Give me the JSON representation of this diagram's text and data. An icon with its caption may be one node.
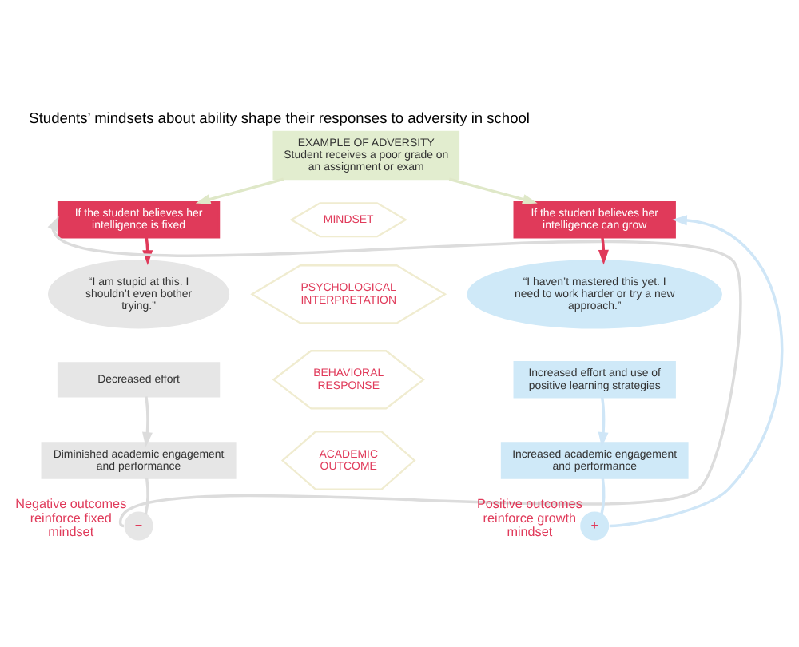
{
  "diagram": {
    "title": "Students’ mindsets about ability shape their responses to adversity in school",
    "nodes": [
      {
        "text": [
          "EXAMPLE OF ADVERSITY",
          "Student receives a poor grade on an assignment or exam"
        ]
      },
      {
        "text": [
          "If the student believes her intelligence is fixed"
        ]
      },
      {
        "text": [
          "MINDSET"
        ]
      },
      {
        "text": [
          "If the student believes her intelligence can grow"
        ]
      },
      {
        "text": [
          "“I am stupid at this. I shouldn’t even bother trying.”"
        ]
      },
      {
        "text": [
          "PSYCHOLOGICAL INTERPRETATION"
        ]
      },
      {
        "text": [
          "“I haven’t mastered this yet. I need to work harder or try a new approach.”"
        ]
      },
      {
        "text": [
          "Decreased effort"
        ]
      },
      {
        "text": [
          "BEHAVIORAL RESPONSE"
        ]
      },
      {
        "text": [
          "Increased effort and use of positive learning strategies"
        ]
      },
      {
        "text": [
          "Diminished academic engagement and performance"
        ]
      },
      {
        "text": [
          "ACADEMIC OUTCOME"
        ]
      },
      {
        "text": [
          "Increased academic engagement and performance"
        ]
      },
      {
        "text": [
          "−"
        ],
        "beside": [
          "Negative outcomes reinforce fixed mindset"
        ]
      },
      {
        "text": [
          "+"
        ],
        "beside": [
          "Positive outcomes reinforce growth mindset"
        ]
      }
    ],
    "edges": [
      {
        "from": 0,
        "to": 1,
        "arrow": "to",
        "color": "#dfe8c8"
      },
      {
        "from": 0,
        "to": 3,
        "arrow": "to",
        "color": "#dfe8c8"
      },
      {
        "from": 1,
        "to": 4,
        "arrow": "to",
        "color": "#e03a5a"
      },
      {
        "from": 3,
        "to": 6,
        "arrow": "to",
        "color": "#e03a5a"
      },
      {
        "from": 7,
        "to": 10,
        "arrow": "to",
        "color": "#dcdcdc"
      },
      {
        "from": 9,
        "to": 12,
        "arrow": "to",
        "color": "#cfe6f7"
      },
      {
        "from": 10,
        "to": 13,
        "arrow": "none",
        "color": "#dcdcdc"
      },
      {
        "from": 12,
        "to": 14,
        "arrow": "none",
        "color": "#cfe6f7"
      },
      {
        "from": 13,
        "to": 1,
        "arrow": "to",
        "color": "#dcdcdc"
      },
      {
        "from": 14,
        "to": 3,
        "arrow": "to",
        "color": "#cfe6f7"
      }
    ]
  }
}
